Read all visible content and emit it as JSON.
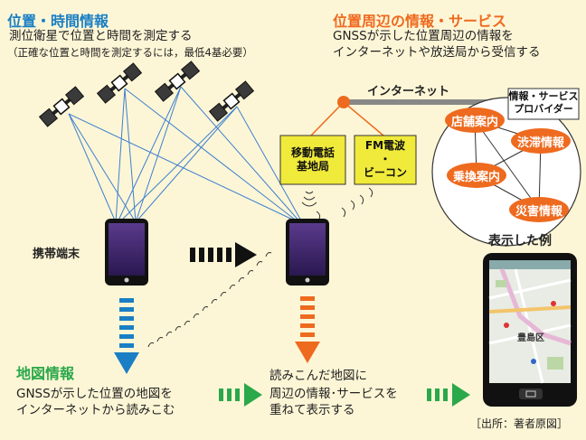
{
  "left_header": {
    "title": "位置・時間情報",
    "line1": "測位衛星で位置と時間を測定する",
    "line2": "（正確な位置と時間を測定するには，最低4基必要）"
  },
  "right_header": {
    "title": "位置周辺の情報・サービス",
    "line1": "GNSSが示した位置周辺の情報を",
    "line2": "インターネットや放送局から受信する"
  },
  "internet_label": "インターネット",
  "provider_label": {
    "line1": "情報・サービス",
    "line2": "プロバイダー"
  },
  "mobile_base": {
    "line1": "移動電話",
    "line2": "基地局"
  },
  "fm": {
    "line1": "FM電波",
    "line2": "・",
    "line3": "ビーコン"
  },
  "services": [
    "店舗案内",
    "渋滞情報",
    "乗換案内",
    "災害情報"
  ],
  "terminal_label": "携帯端末",
  "example_label": "表示した例",
  "map_label": "豊島区",
  "map_section": {
    "title": "地図情報",
    "line1": "GNSSが示した位置の地図を",
    "line2": "インターネットから読みこむ"
  },
  "result": {
    "line1": "読みこんだ地図に",
    "line2": "周辺の情報･サービスを",
    "line3": "重ねて表示する"
  },
  "source": "［出所：著者原図］",
  "colors": {
    "blue": "#1a7fc4",
    "orange": "#ee6a1f",
    "green": "#2aa84a",
    "yellow_box": "#f0ea3a",
    "background": "#fdf6d6"
  }
}
